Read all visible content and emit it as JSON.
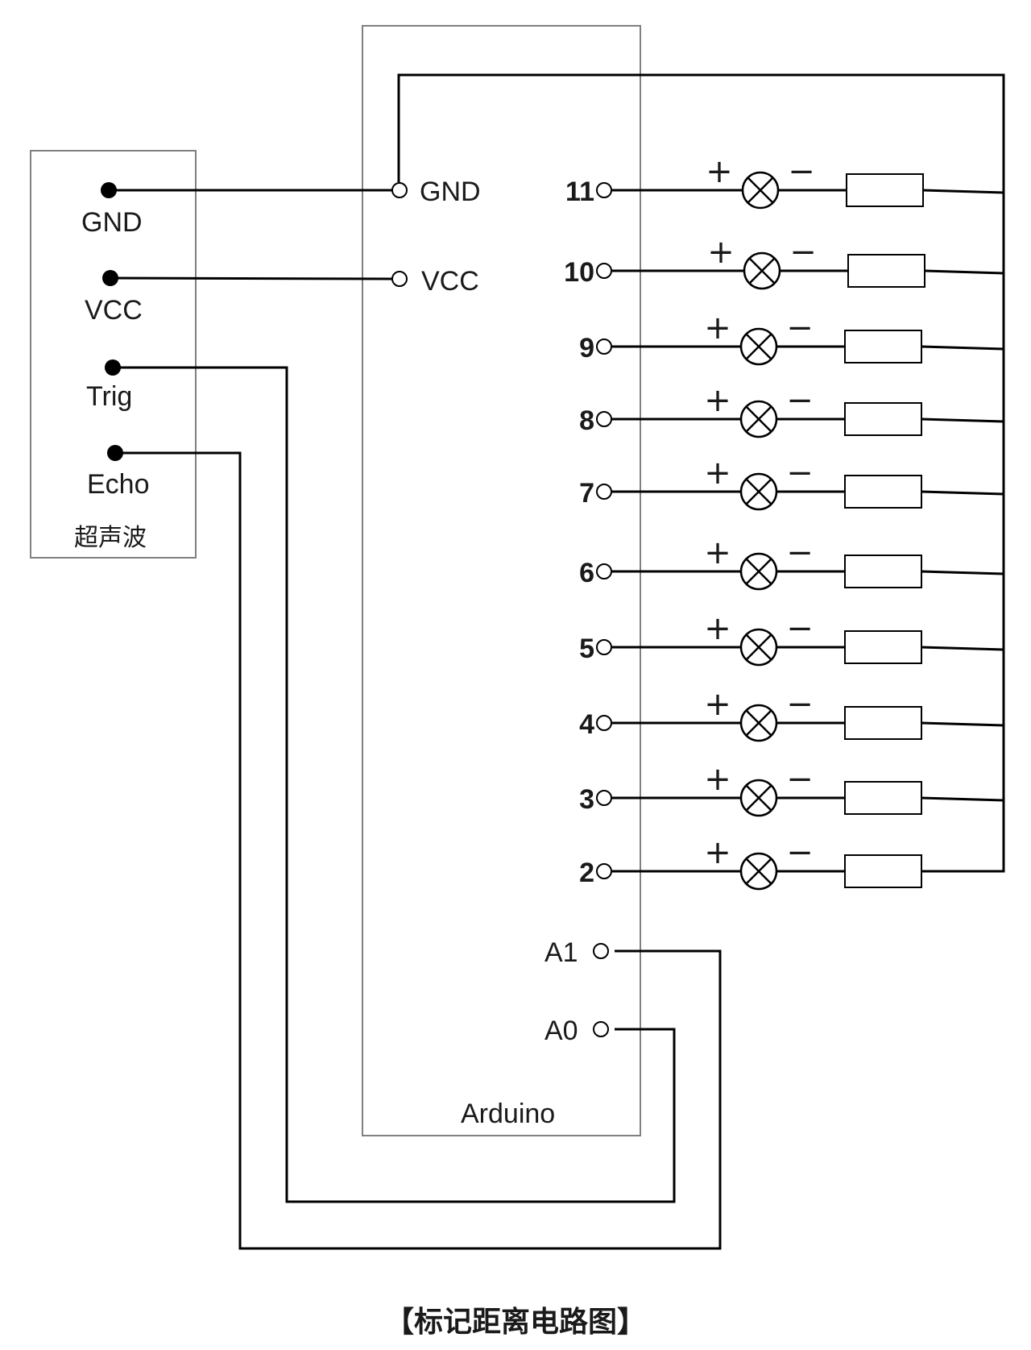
{
  "sensor": {
    "pins": [
      "GND",
      "VCC",
      "Trig",
      "Echo"
    ],
    "label": "超声波"
  },
  "arduino": {
    "label": "Arduino",
    "left_pins": [
      "GND",
      "VCC"
    ],
    "digital_pins": [
      "11",
      "10",
      "9",
      "8",
      "7",
      "6",
      "5",
      "4",
      "3",
      "2"
    ],
    "analog_pins": [
      "A1",
      "A0"
    ]
  },
  "led": {
    "plus_sign": "+",
    "minus_sign": "−"
  },
  "caption": "【标记距离电路图】",
  "colors": {
    "wire": "#000000",
    "box_border": "#808080",
    "text": "#1a1a1a"
  }
}
